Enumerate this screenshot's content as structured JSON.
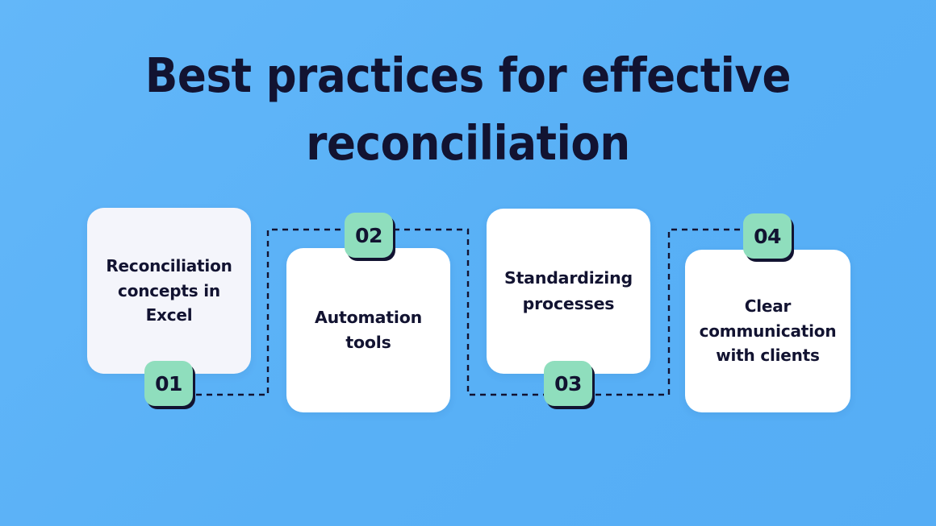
{
  "slide": {
    "title": "Best practices for effective\nreconciliation",
    "background_color": "#5cb3f7",
    "accent_color": "#8fdebd",
    "text_color": "#121331"
  },
  "steps": [
    {
      "number": "01",
      "label": "Reconciliation\nconcepts in\nExcel",
      "badge_position": "bottom",
      "card_color": "#f4f5fb"
    },
    {
      "number": "02",
      "label": "Automation\ntools",
      "badge_position": "top",
      "card_color": "#ffffff"
    },
    {
      "number": "03",
      "label": "Standardizing\nprocesses",
      "badge_position": "bottom",
      "card_color": "#ffffff"
    },
    {
      "number": "04",
      "label": "Clear\ncommunication\nwith clients",
      "badge_position": "top",
      "card_color": "#ffffff"
    }
  ]
}
